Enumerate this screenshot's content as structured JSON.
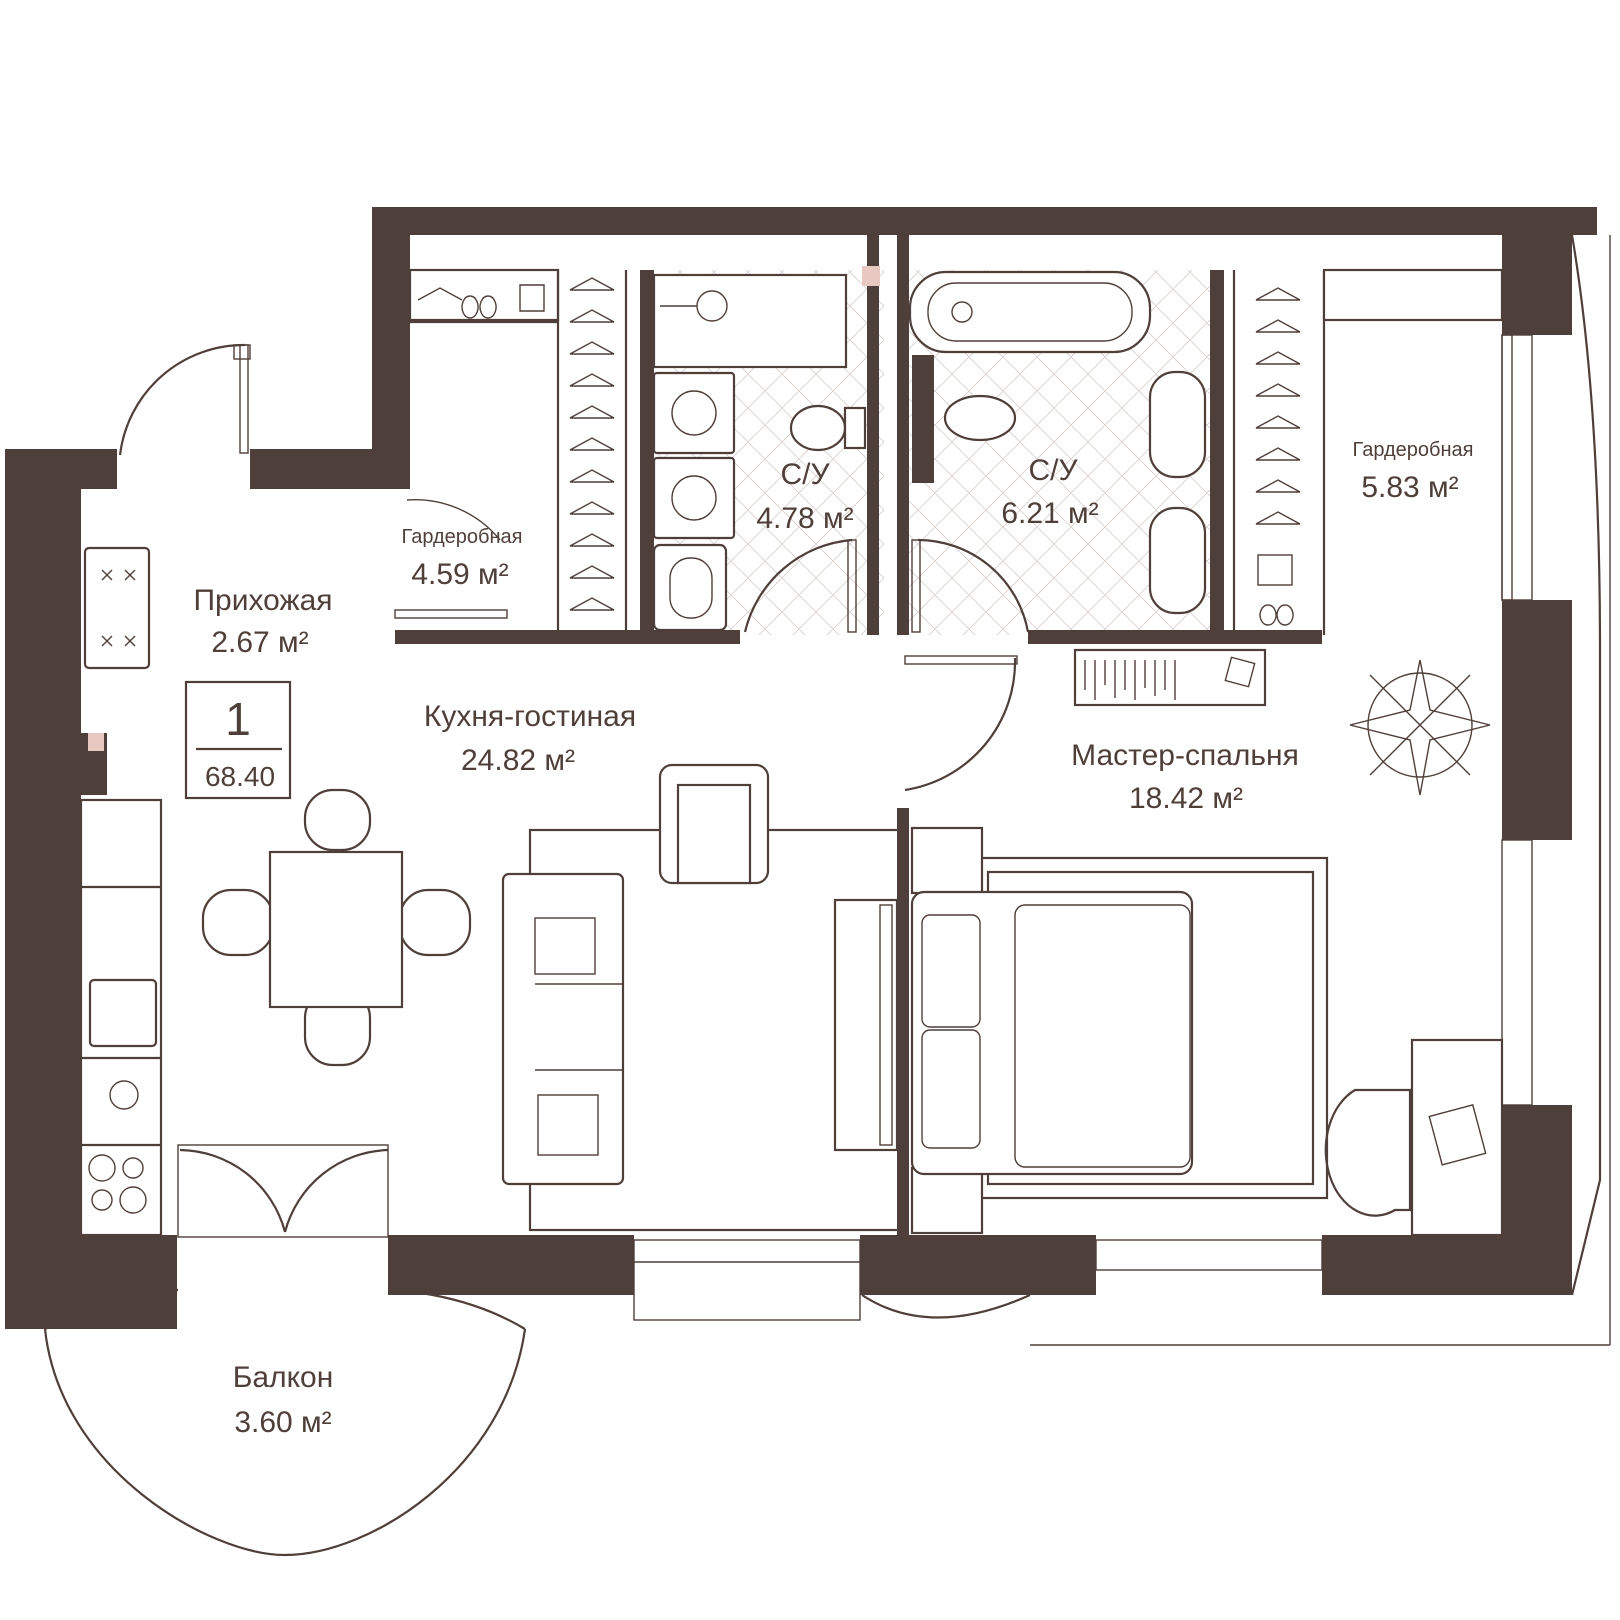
{
  "plan": {
    "unit_number": "1",
    "total_area": "68.40",
    "rooms": [
      {
        "id": "hallway",
        "name": "Прихожая",
        "area": "2.67 м²"
      },
      {
        "id": "wardrobe1",
        "name": "Гардеробная",
        "area": "4.59 м²"
      },
      {
        "id": "bath1",
        "name": "С/У",
        "area": "4.78 м²"
      },
      {
        "id": "bath2",
        "name": "С/У",
        "area": "6.21 м²"
      },
      {
        "id": "wardrobe2",
        "name": "Гардеробная",
        "area": "5.83 м²"
      },
      {
        "id": "kitchen",
        "name": "Кухня-гостиная",
        "area": "24.82 м²"
      },
      {
        "id": "bedroom",
        "name": "Мастер-спальня",
        "area": "18.42 м²"
      },
      {
        "id": "balcony",
        "name": "Балкон",
        "area": "3.60 м²"
      }
    ],
    "colors": {
      "wall": "#4f3f3a",
      "accent": "#e8c9c2",
      "background": "#ffffff"
    }
  }
}
